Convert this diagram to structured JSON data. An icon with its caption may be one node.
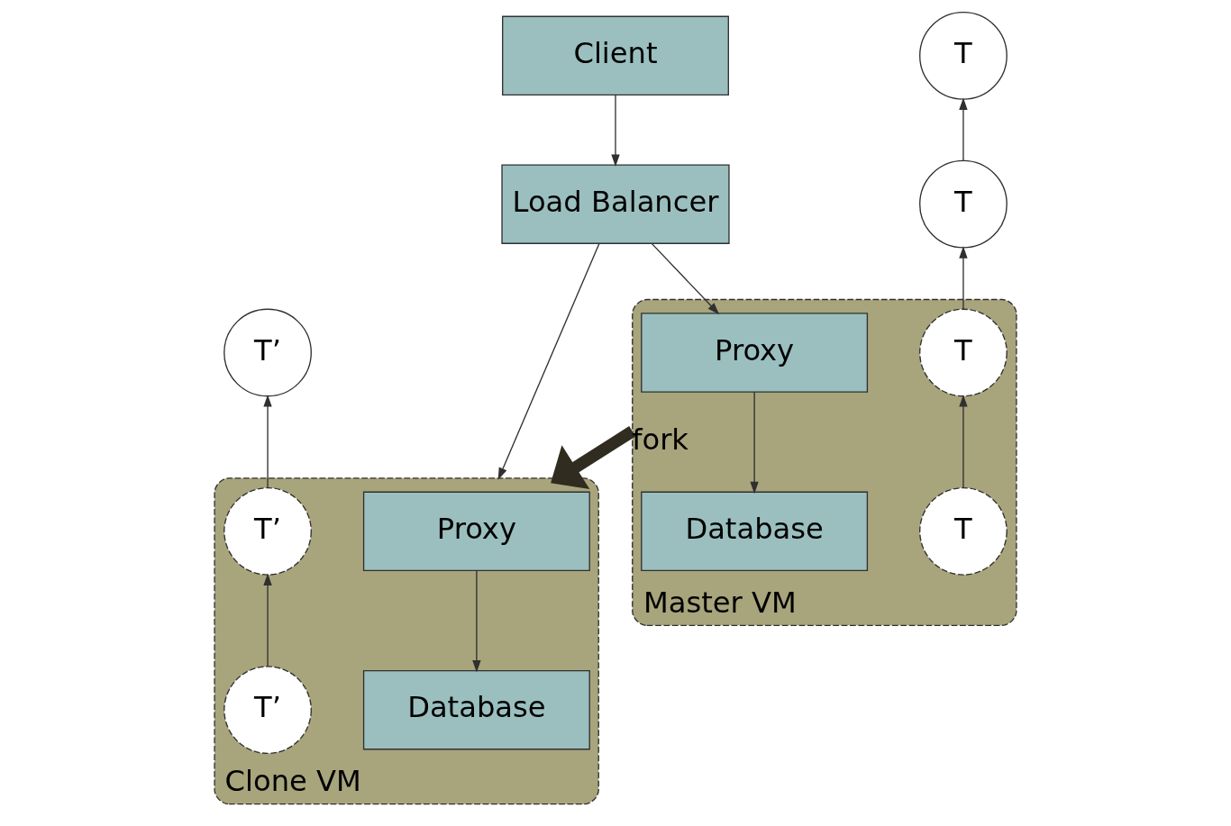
{
  "diagram": {
    "nodes": [
      {
        "text": [
          "Client"
        ]
      },
      {
        "text": [
          "T"
        ]
      },
      {
        "text": [
          "Load Balancer"
        ]
      },
      {
        "text": [
          "T"
        ]
      },
      {
        "text": [
          "T’"
        ]
      },
      {
        "text": [
          "Master VM"
        ]
      },
      {
        "text": [
          "Proxy"
        ],
        "in": 5
      },
      {
        "text": [
          "T"
        ],
        "in": 5
      },
      {
        "text": [
          "Database"
        ],
        "in": 5
      },
      {
        "text": [
          "T"
        ],
        "in": 5
      },
      {
        "text": [
          "Clone VM"
        ]
      },
      {
        "text": [
          "Proxy"
        ],
        "in": 10
      },
      {
        "text": [
          "T’"
        ],
        "in": 10
      },
      {
        "text": [
          "Database"
        ],
        "in": 10
      },
      {
        "text": [
          "T’"
        ],
        "in": 10
      }
    ],
    "edges": [
      {
        "from": 0,
        "to": 2,
        "arrow": "to"
      },
      {
        "from": 3,
        "to": 1,
        "arrow": "to"
      },
      {
        "from": 2,
        "to": 6,
        "arrow": "to"
      },
      {
        "from": 2,
        "to": 10,
        "arrow": "to"
      },
      {
        "from": 6,
        "to": 8,
        "arrow": "to"
      },
      {
        "from": 9,
        "to": 7,
        "arrow": "to"
      },
      {
        "from": 7,
        "to": 3,
        "arrow": "to"
      },
      {
        "from": 11,
        "to": 13,
        "arrow": "to"
      },
      {
        "from": 14,
        "to": 12,
        "arrow": "to"
      },
      {
        "from": 12,
        "to": 4,
        "arrow": "to"
      },
      {
        "from": 5,
        "to": 10,
        "arrow": "to",
        "label": "fork",
        "style": "thick",
        "color": "#302c20"
      }
    ]
  }
}
